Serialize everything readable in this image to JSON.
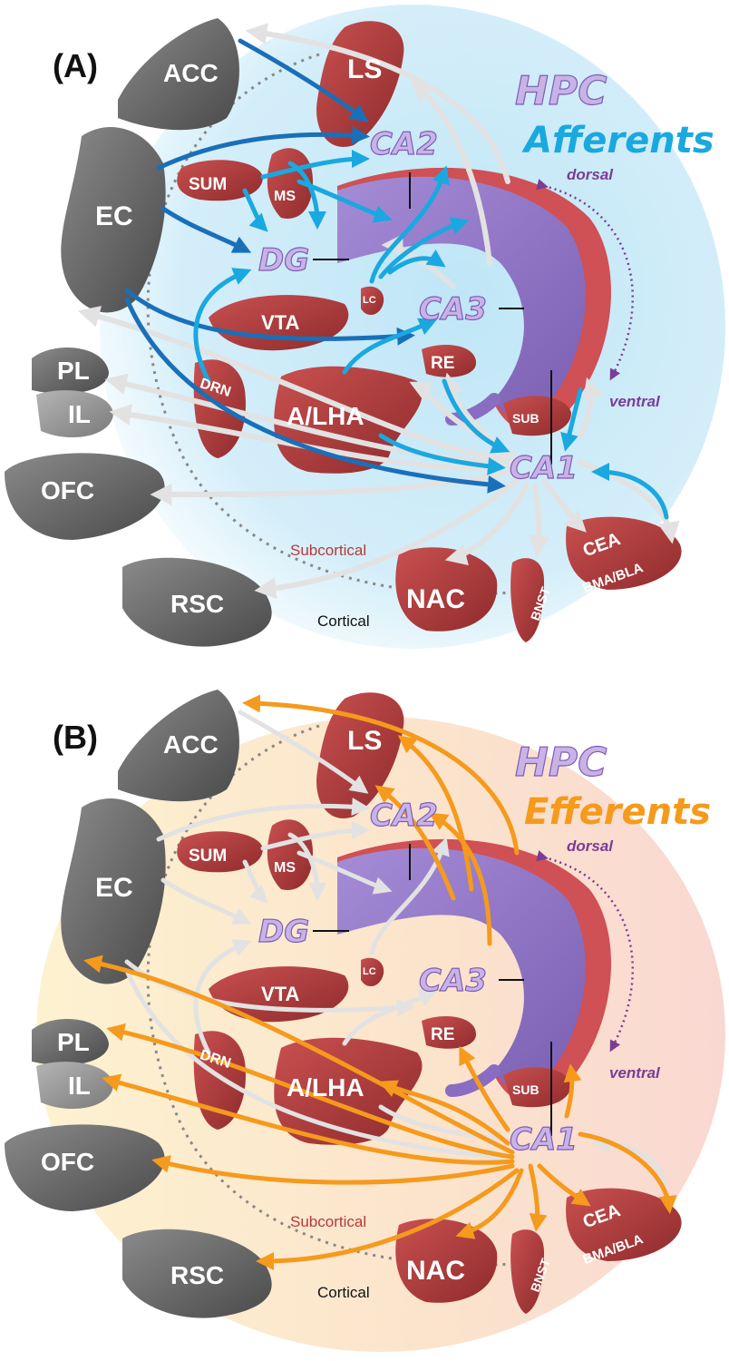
{
  "panels": [
    {
      "id": "A",
      "letter": "(A)",
      "hpc_title": "HPC",
      "direction_title": "Afferents",
      "dorsal_label": "dorsal",
      "ventral_label": "ventral",
      "subcortical_label": "Subcortical",
      "cortical_label": "Cortical",
      "regions": {
        "ACC": "ACC",
        "LS": "LS",
        "EC": "EC",
        "SUM": "SUM",
        "MS": "MS",
        "VTA": "VTA",
        "LC": "LC",
        "DRN": "DRN",
        "A_LHA": "A/LHA",
        "RE": "RE",
        "SUB": "SUB",
        "PL": "PL",
        "IL": "IL",
        "OFC": "OFC",
        "RSC": "RSC",
        "NAC": "NAC",
        "BNST": "BNST",
        "CEA": "CEA",
        "BMA_BLA": "BMA/BLA",
        "CA2": "CA2",
        "DG": "DG",
        "CA3": "CA3",
        "CA1": "CA1"
      }
    },
    {
      "id": "B",
      "letter": "(B)",
      "hpc_title": "HPC",
      "direction_title": "Efferents",
      "dorsal_label": "dorsal",
      "ventral_label": "ventral",
      "subcortical_label": "Subcortical",
      "cortical_label": "Cortical",
      "regions": {
        "ACC": "ACC",
        "LS": "LS",
        "EC": "EC",
        "SUM": "SUM",
        "MS": "MS",
        "VTA": "VTA",
        "LC": "LC",
        "DRN": "DRN",
        "A_LHA": "A/LHA",
        "RE": "RE",
        "SUB": "SUB",
        "PL": "PL",
        "IL": "IL",
        "OFC": "OFC",
        "RSC": "RSC",
        "NAC": "NAC",
        "BNST": "BNST",
        "CEA": "CEA",
        "BMA_BLA": "BMA/BLA",
        "CA2": "CA2",
        "DG": "DG",
        "CA3": "CA3",
        "CA1": "CA1"
      }
    }
  ],
  "colors": {
    "afferent_dark": "#1a6fb8",
    "afferent_light": "#1aa8e0",
    "efferent": "#f59a1c",
    "context_arrow": "#e2e2e2",
    "subcortical": "#b8393a",
    "cortical": "#6a6a6a",
    "hpc_purple": "#9579c7",
    "bg_afferent": "#cdeaf7",
    "bg_efferent": "#fbe6d2",
    "annotation_purple": "#7a3d96"
  }
}
